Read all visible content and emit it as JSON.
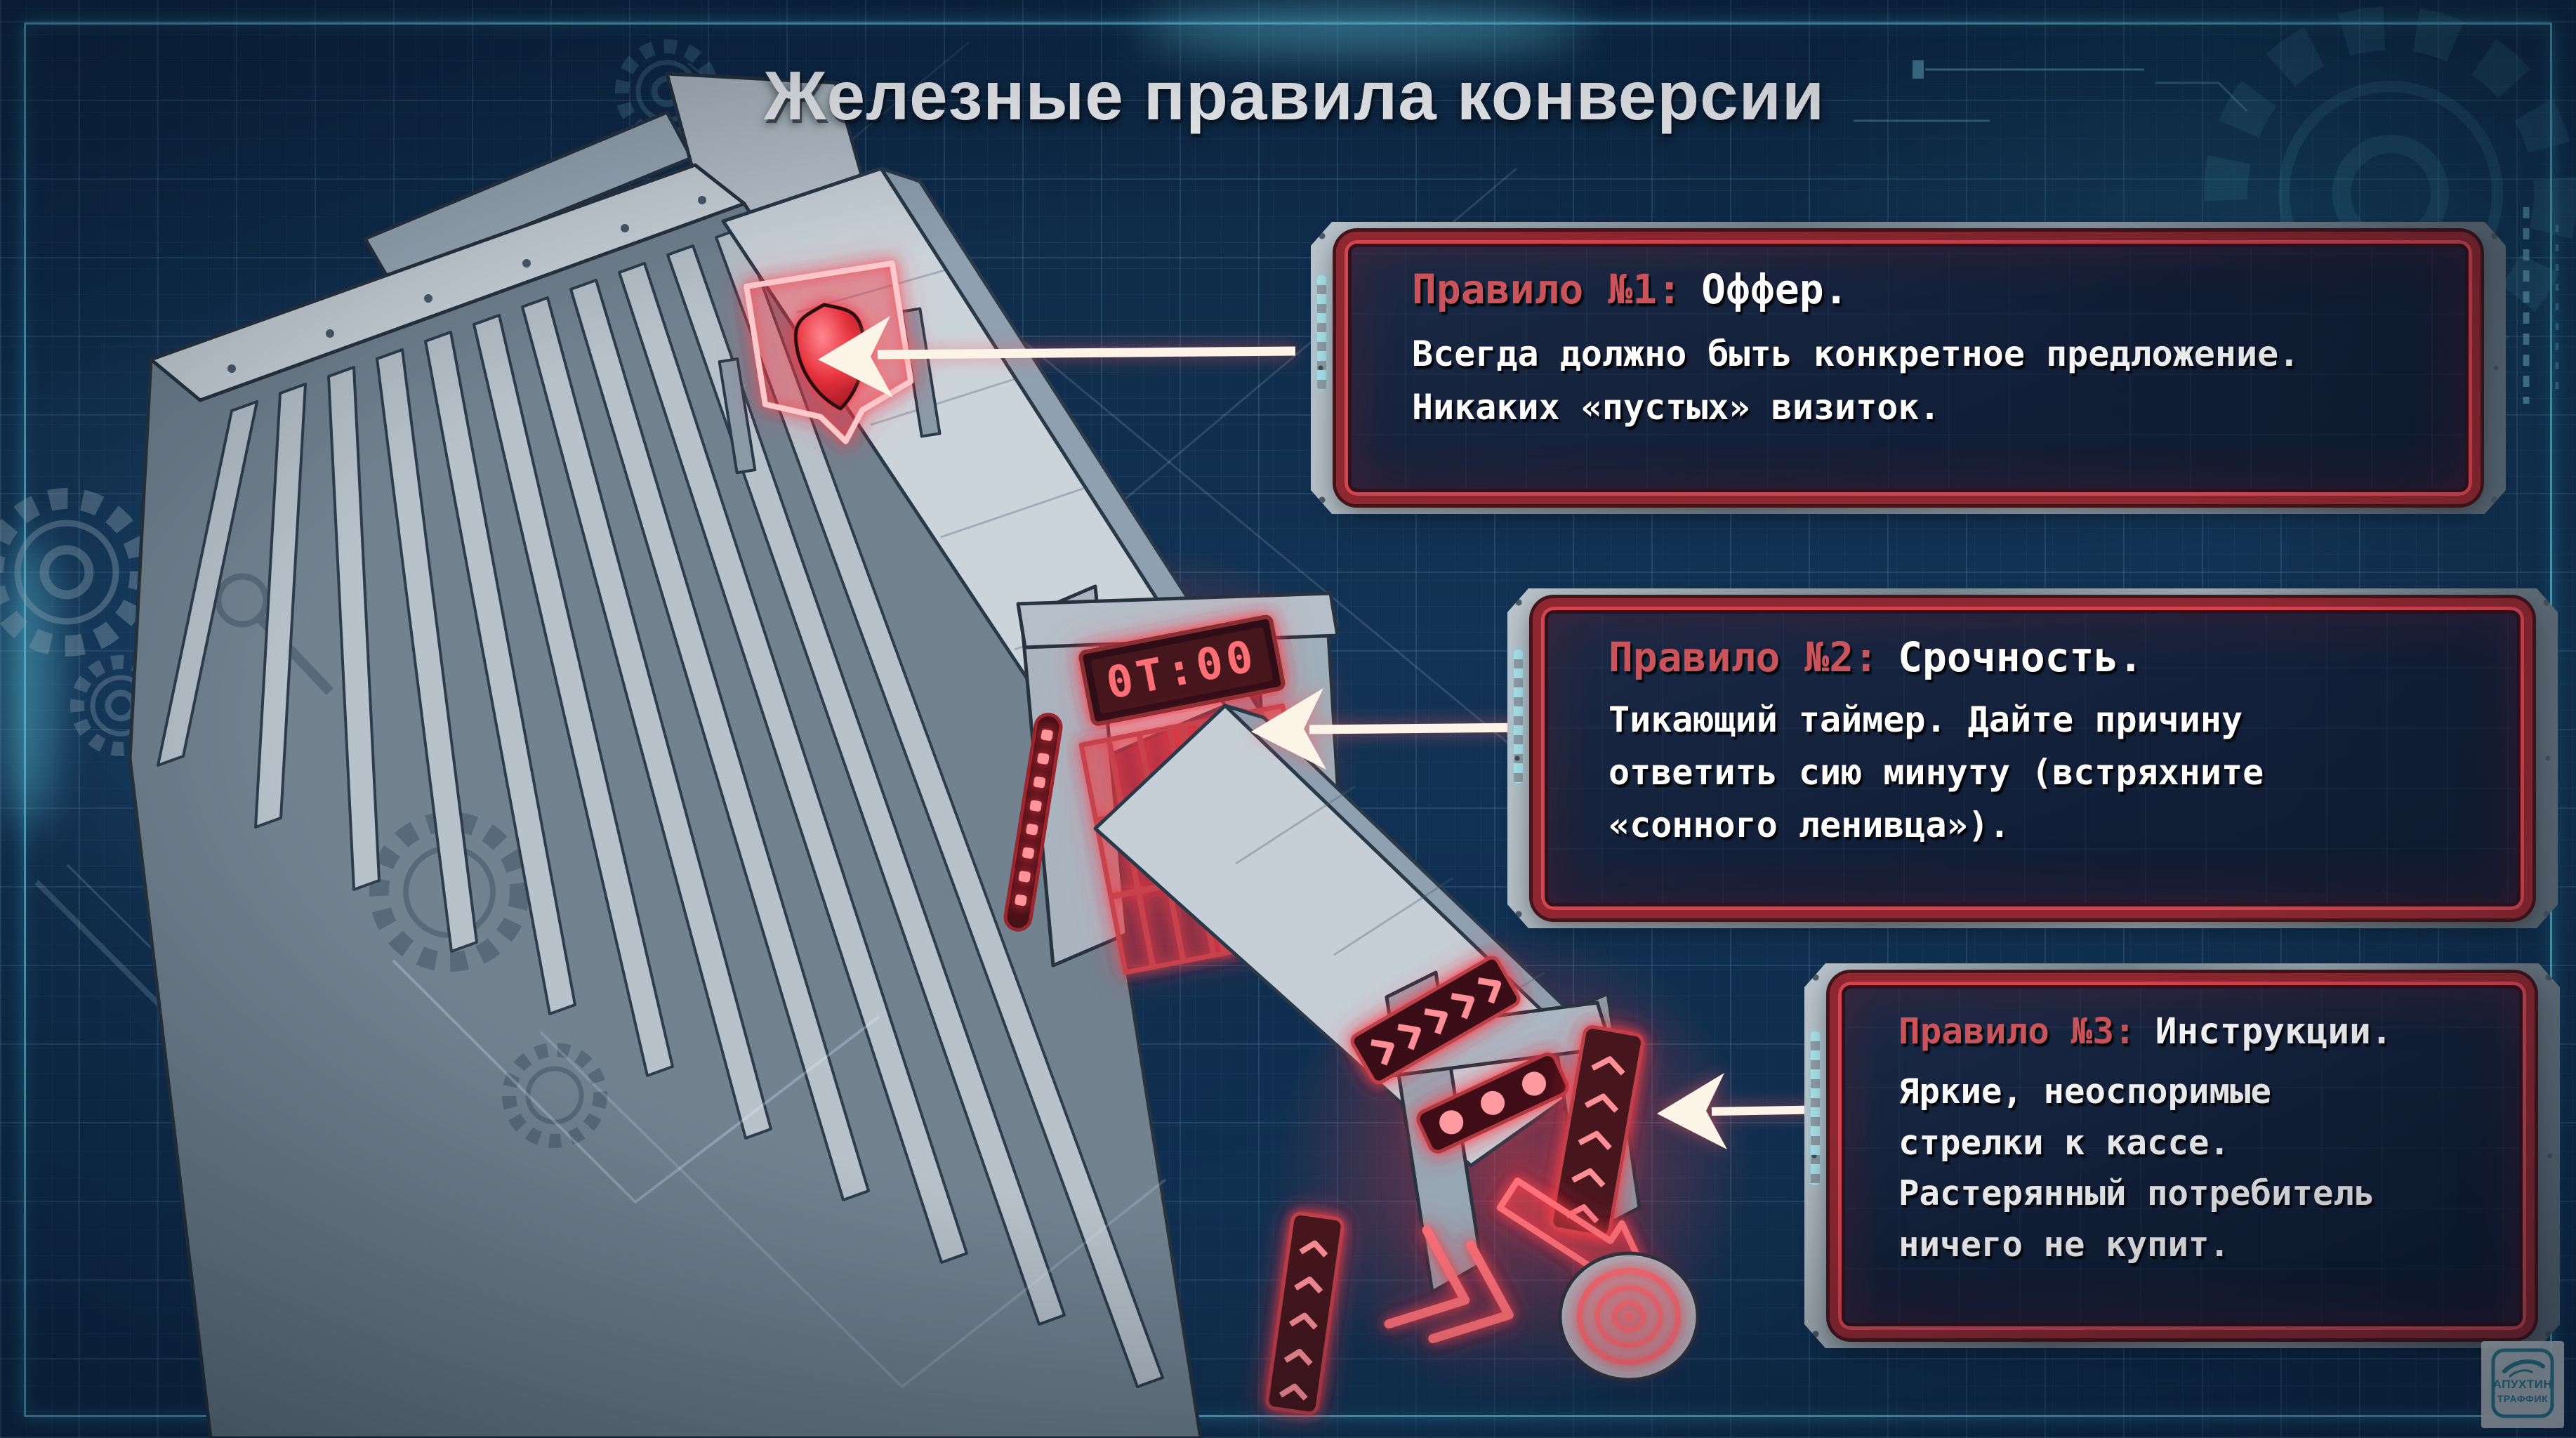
{
  "title": "Железные правила конверсии",
  "machine": {
    "timer_display": "0T:00"
  },
  "panels": [
    {
      "label": "Правило №1:",
      "topic": "Оффер.",
      "lines": [
        "Всегда должно быть конкретное предложение.",
        "Никаких «пустых» визиток."
      ]
    },
    {
      "label": "Правило №2:",
      "topic": "Срочность.",
      "lines": [
        "Тикающий таймер. Дайте причину",
        "ответить сию минуту (встряхните",
        "«сонного ленивца»)."
      ]
    },
    {
      "label": "Правило №3:",
      "topic": "Инструкции.",
      "lines": [
        "Яркие, неоспоримые",
        "стрелки к кассе.",
        "Растерянный потребитель",
        "ничего не купит."
      ]
    }
  ],
  "watermark": {
    "line1": "АПУХТИН",
    "line2": "ТРАФФИК"
  },
  "colors": {
    "background": "#0f2c4a",
    "grid": "#80b6d8",
    "accent_cyan": "#76d8f4",
    "neon_red": "#ff636b",
    "deep_red": "#8e2730",
    "panel_bg": "#121f38",
    "rule_label_red": "#c9545b",
    "text_white": "#ffffff",
    "metal_grey": "#9fadb8",
    "steel_light": "#ccd4db",
    "steel_mid": "#a7b4bf",
    "steel_dark": "#72828f"
  }
}
